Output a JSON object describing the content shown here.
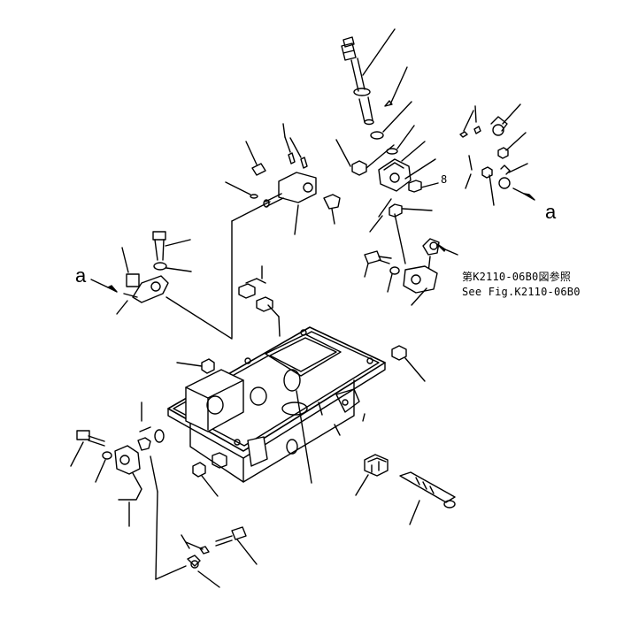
{
  "diagram": {
    "callout_a_left": "a",
    "callout_a_right": "a",
    "item_number": "8",
    "reference_jp": "第K2110-06B0図参照",
    "reference_en": "See Fig.K2110-06B0"
  }
}
